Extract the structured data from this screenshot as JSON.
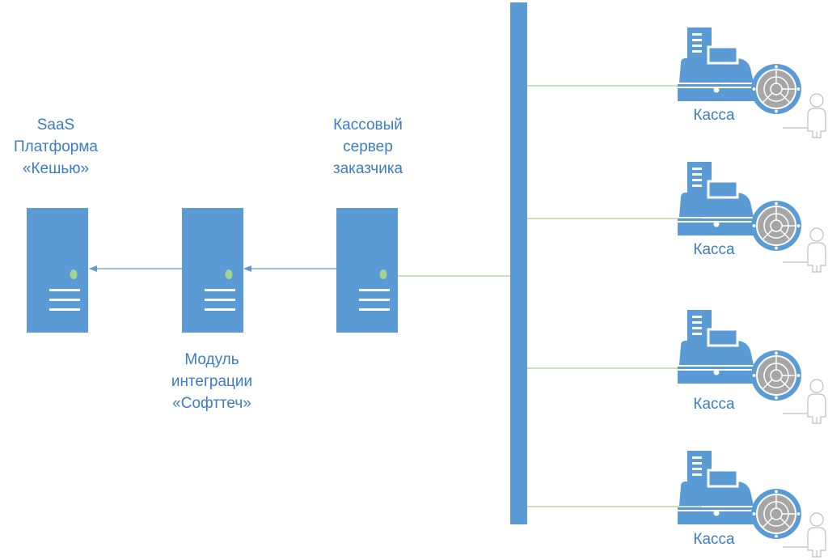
{
  "nodes": {
    "saas": {
      "label_lines": [
        "SaaS",
        "Платформа",
        "«Кешью»"
      ]
    },
    "module": {
      "label_lines": [
        "Модуль",
        "интеграции",
        "«Софттеч»"
      ]
    },
    "server": {
      "label_lines": [
        "Кассовый",
        "сервер",
        "заказчика"
      ]
    }
  },
  "registers": [
    {
      "label": "Касса"
    },
    {
      "label": "Касса"
    },
    {
      "label": "Касса"
    },
    {
      "label": "Касса"
    }
  ],
  "colors": {
    "server_blue": "#5b9bd5",
    "label_blue": "#3d7cc4",
    "indicator_green": "#a9d18e",
    "link_green": "#a9d18e",
    "arrow_blue": "#5b9bd5",
    "reader_gray": "#a6a6a6",
    "person_gray": "#bfbfbf"
  },
  "icons": {
    "server": "server-icon",
    "register": "cash-register-icon",
    "card_reader": "card-reader-icon",
    "person": "person-icon"
  }
}
